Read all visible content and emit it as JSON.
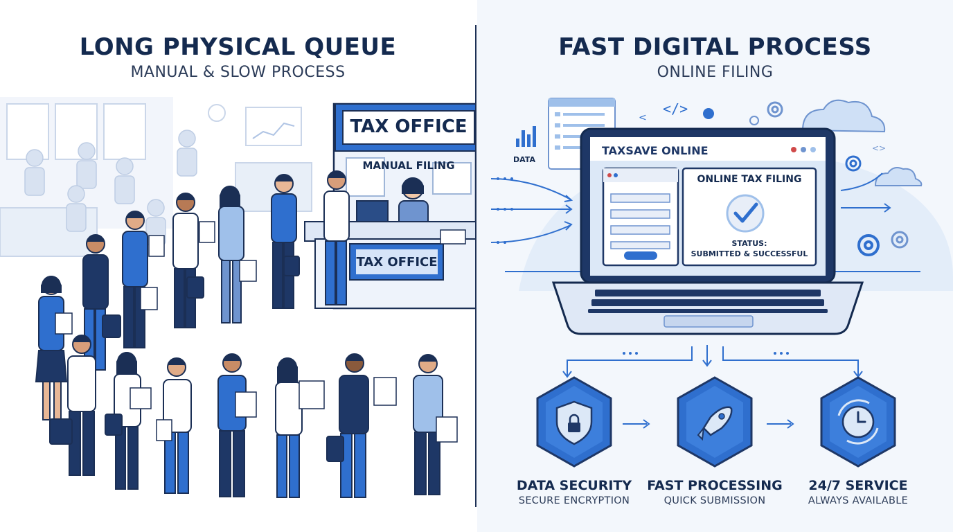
{
  "left": {
    "title": "LONG PHYSICAL QUEUE",
    "subtitle": "MANUAL & SLOW PROCESS",
    "office_sign": "TAX OFFICE",
    "counter_sign": "MANUAL FILING",
    "desk_sign": "TAX OFFICE"
  },
  "right": {
    "title": "FAST DIGITAL PROCESS",
    "subtitle": "ONLINE FILING",
    "data_label": "DATA",
    "app_title": "TAXSAVE ONLINE",
    "card_title": "ONLINE TAX FILING",
    "status_label": "STATUS:",
    "status_value": "SUBMITTED & SUCCESSFUL",
    "features": [
      {
        "title": "DATA SECURITY",
        "subtitle": "SECURE ENCRYPTION",
        "icon": "shield-lock-icon"
      },
      {
        "title": "FAST PROCESSING",
        "subtitle": "QUICK SUBMISSION",
        "icon": "rocket-icon"
      },
      {
        "title": "24/7 SERVICE",
        "subtitle": "ALWAYS AVAILABLE",
        "icon": "clock-icon"
      }
    ]
  },
  "colors": {
    "navy": "#142a4f",
    "accent_blue": "#2f6fce",
    "light_blue": "#dce8f7",
    "panel_bg": "#f3f7fc"
  }
}
